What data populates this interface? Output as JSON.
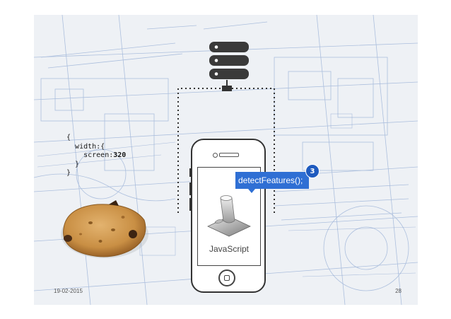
{
  "code": {
    "line1": "{",
    "line2_key": "width:{",
    "line3_key": "screen:",
    "line3_val": "320",
    "line4": "}",
    "line5": "}"
  },
  "tooltip": {
    "text": "detectFeatures();"
  },
  "badge": {
    "count": "3"
  },
  "phone": {
    "app_label": "JavaScript"
  },
  "footer": {
    "date": "19-02-2015",
    "page": "28"
  },
  "icons": [
    "server-icon",
    "smartphone-icon",
    "script-icon",
    "cookie-image"
  ],
  "colors": {
    "accent": "#2f6fd4",
    "badge": "#1f5bbf",
    "server": "#3a3a3a"
  }
}
